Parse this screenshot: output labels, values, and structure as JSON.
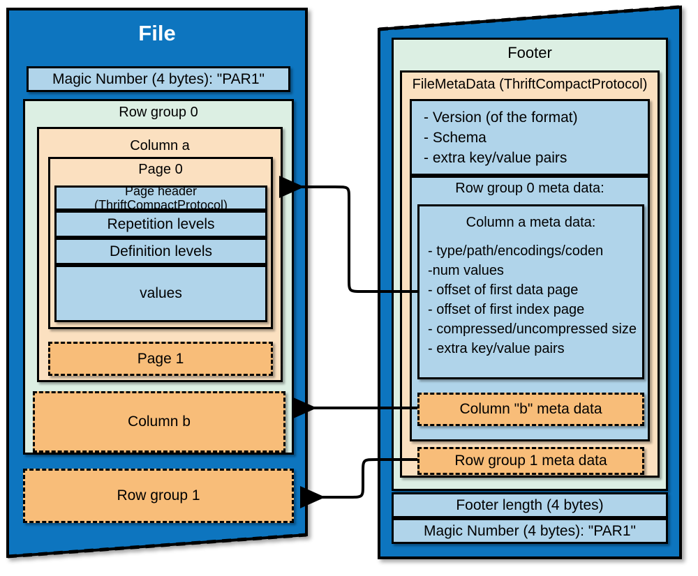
{
  "diagram": {
    "title": "Parquet file format layout",
    "colors": {
      "panel_blue": "#0c74bf",
      "light_blue": "#b0d4ea",
      "light_green": "#dcefe3",
      "peach": "#fbe0c0",
      "orange": "#f8bd79",
      "stroke": "#000000",
      "title_text": "#ffffff"
    }
  },
  "file_panel": {
    "title": "File",
    "magic_number": "Magic Number (4 bytes): \"PAR1\"",
    "row_group_0": {
      "label": "Row group 0",
      "column_a": {
        "label": "Column a",
        "page_0": {
          "label": "Page 0",
          "parts": [
            "Page header (ThriftCompactProtocol)",
            "Repetition levels",
            "Definition levels",
            "values"
          ]
        },
        "page_1": "Page 1"
      },
      "column_b": "Column b"
    },
    "row_group_1": "Row group 1"
  },
  "footer_panel": {
    "title": "Footer",
    "file_meta_data": {
      "label": "FileMetaData (ThriftCompactProtocol)",
      "top_items": [
        "- Version (of the format)",
        "- Schema",
        "- extra key/value pairs"
      ],
      "row_group_0_meta": {
        "label": "Row group 0 meta data:",
        "column_a_meta": {
          "label": "Column a meta data:",
          "items": [
            "- type/path/encodings/coden",
            "-num values",
            "- offset of first data page",
            "- offset of first index page",
            "- compressed/uncompressed size",
            "- extra key/value pairs"
          ]
        },
        "column_b_meta": "Column \"b\" meta data"
      },
      "row_group_1_meta": "Row group 1 meta data"
    },
    "footer_length": "Footer length (4 bytes)",
    "magic_number": "Magic Number (4 bytes): \"PAR1\""
  },
  "connectors": [
    {
      "name": "column-a-meta-to-page-0",
      "from": "Column a meta data:",
      "to": "Page 0"
    },
    {
      "name": "column-b-meta-to-column-b",
      "from": "Column \"b\" meta data",
      "to": "Column b"
    },
    {
      "name": "row-group-1-meta-to-row-group-1",
      "from": "Row group 1 meta data",
      "to": "Row group 1"
    }
  ]
}
